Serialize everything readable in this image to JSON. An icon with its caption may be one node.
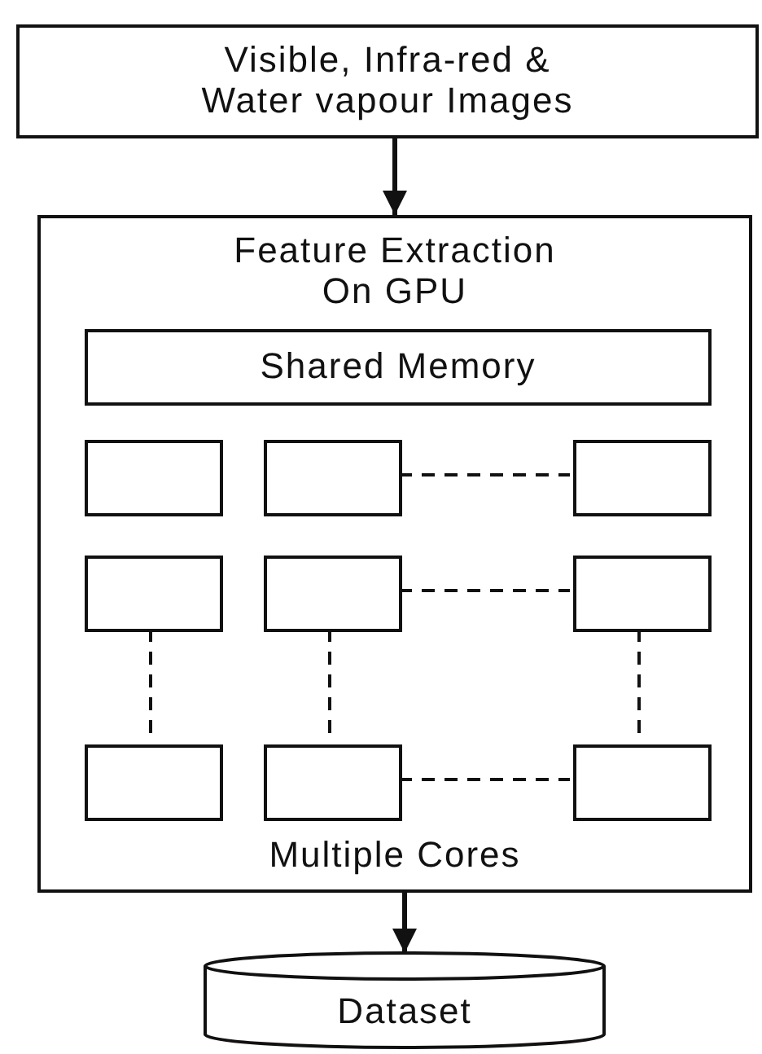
{
  "diagram": {
    "nodes": [
      {
        "text": [
          "Visible, Infra-red & Water vapour Images"
        ]
      },
      {
        "text": [
          "Feature Extraction On GPU",
          "Multiple Cores"
        ]
      },
      {
        "text": [
          "Shared Memory"
        ],
        "in": 1
      },
      {
        "text": [],
        "shape": "box",
        "in": 1
      },
      {
        "text": [],
        "shape": "box",
        "in": 1
      },
      {
        "text": [],
        "shape": "box",
        "in": 1
      },
      {
        "text": [],
        "shape": "box",
        "in": 1
      },
      {
        "text": [],
        "shape": "box",
        "in": 1
      },
      {
        "text": [],
        "shape": "box",
        "in": 1
      },
      {
        "text": [],
        "shape": "box",
        "in": 1
      },
      {
        "text": [],
        "shape": "box",
        "in": 1
      },
      {
        "text": [],
        "shape": "box",
        "in": 1
      },
      {
        "text": [
          "Dataset"
        ]
      }
    ],
    "edges": [
      {
        "from": 0,
        "to": 1,
        "arrow": "to"
      },
      {
        "from": 4,
        "to": 5,
        "arrow": "none",
        "style": "dashed"
      },
      {
        "from": 7,
        "to": 8,
        "arrow": "none",
        "style": "dashed"
      },
      {
        "from": 6,
        "to": 9,
        "arrow": "none",
        "style": "dashed"
      },
      {
        "from": 7,
        "to": 10,
        "arrow": "none",
        "style": "dashed"
      },
      {
        "from": 8,
        "to": 11,
        "arrow": "none",
        "style": "dashed"
      },
      {
        "from": 10,
        "to": 11,
        "arrow": "none",
        "style": "dashed"
      },
      {
        "from": 1,
        "to": 12,
        "arrow": "to"
      }
    ]
  }
}
